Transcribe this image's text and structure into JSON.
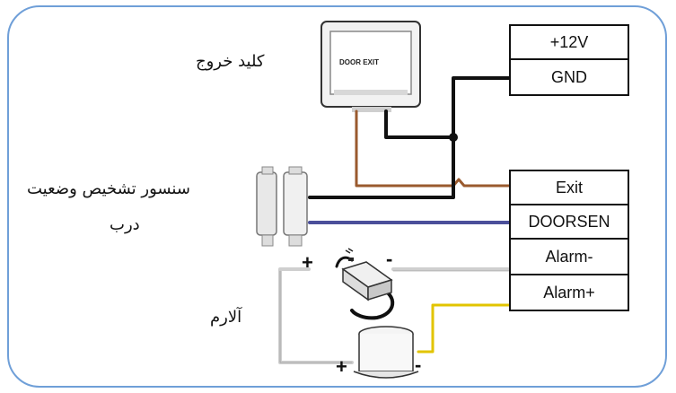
{
  "labels": {
    "exit_key": "کلید خروج",
    "door_sensor_line1": "سنسور تشخیص وضعیت",
    "door_sensor_line2": "درب",
    "alarm": "آلارم"
  },
  "exit_button_text": "DOOR EXIT",
  "power_terminals": [
    "+12V",
    "GND"
  ],
  "control_terminals": [
    "Exit",
    "DOORSEN",
    "Alarm-",
    "Alarm+"
  ],
  "polarity": {
    "siren_plus": "+",
    "siren_minus": "-",
    "adapter_plus": "+",
    "adapter_minus": "-"
  },
  "colors": {
    "frame": "#6f9fd8",
    "wire_black": "#111111",
    "wire_brown": "#9a5a2e",
    "wire_blue": "#4b4f9a",
    "wire_white": "#d9d9d9",
    "wire_yellow": "#e2c400"
  }
}
